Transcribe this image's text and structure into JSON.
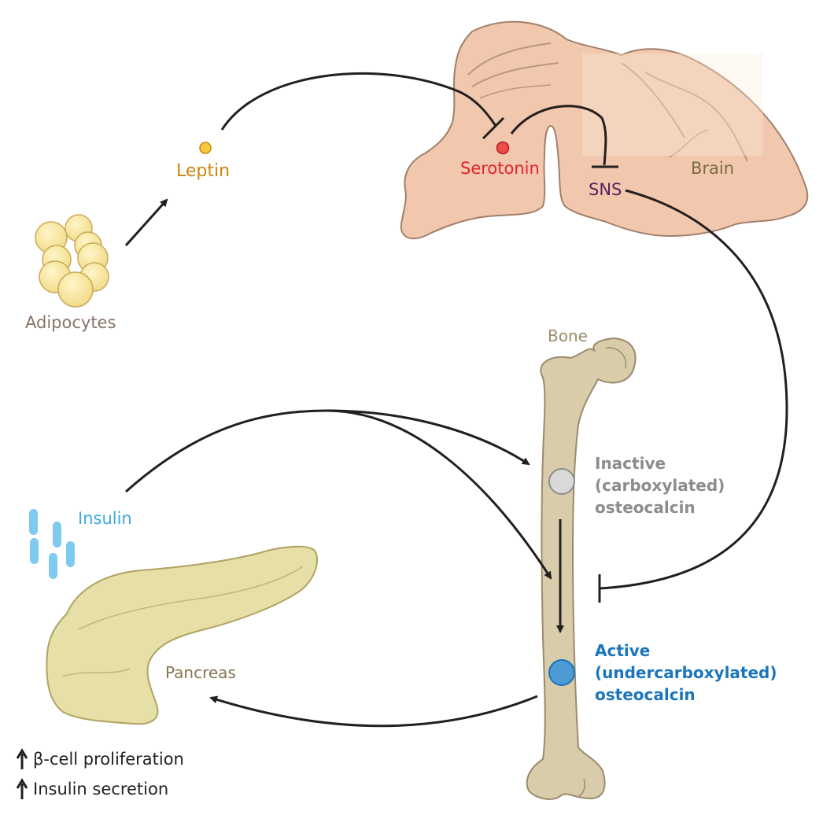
{
  "labels": {
    "leptin": "Leptin",
    "adipocytes": "Adipocytes",
    "serotonin": "Serotonin",
    "sns": "SNS",
    "brain": "Brain",
    "bone": "Bone",
    "inactive_1": "Inactive",
    "inactive_2": "(carboxylated)",
    "inactive_3": "osteocalcin",
    "active_1": "Active",
    "active_2": "(undercarboxylated)",
    "active_3": "osteocalcin",
    "insulin": "Insulin",
    "pancreas": "Pancreas",
    "effect_1": "β-cell proliferation",
    "effect_2": "Insulin secretion"
  },
  "colors": {
    "leptin": "#c9870a",
    "adipocytes": "#8a7468",
    "serotonin": "#e2242b",
    "sns": "#5a1f5c",
    "brain_label": "#7a6a45",
    "bone_label": "#9a8c6c",
    "inactive": "#8c8c8c",
    "active": "#1b75bc",
    "insulin": "#3fa9dc",
    "pancreas_label": "#857550",
    "effects": "#231f20",
    "brain_fill": "#f1c7ad",
    "bone_fill": "#d8ccaa",
    "pancreas_fill": "#e7dfa8"
  }
}
